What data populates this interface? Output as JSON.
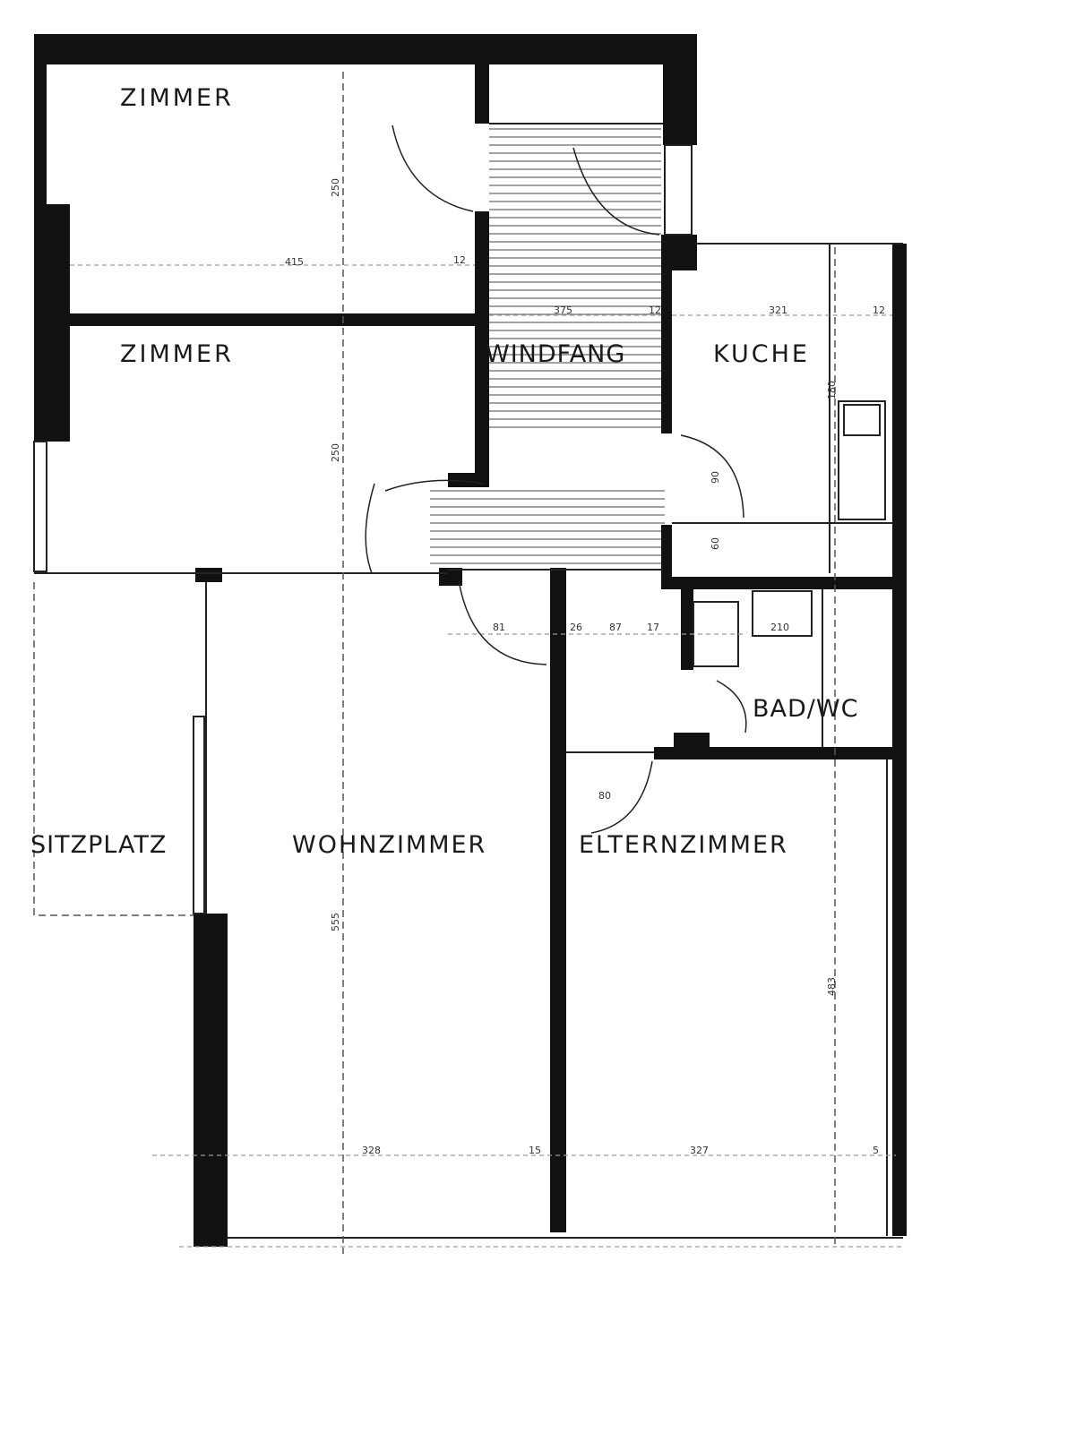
{
  "floor_plan": {
    "rooms": {
      "zimmer_top": "ZIMMER",
      "zimmer_mid": "ZIMMER",
      "windfang": "WINDFANG",
      "kueche": "KUCHE",
      "bad_wc": "BAD/WC",
      "sitzplatz": "SITZPLATZ",
      "wohnzimmer": "WOHNZIMMER",
      "elternzimmer": "ELTERNZIMMER"
    },
    "dimensions": {
      "d415": "415",
      "d375": "375",
      "d321": "321",
      "d12a": "12",
      "d12b": "12",
      "d12c": "12",
      "d250a": "250",
      "d250b": "250",
      "d80": "80",
      "d81": "81",
      "d26": "26",
      "d87": "87",
      "d17": "17",
      "d210": "210",
      "d328": "328",
      "d15": "15",
      "d327": "327",
      "d5": "5",
      "d555": "555",
      "d483": "483",
      "d180": "180",
      "d60": "60",
      "d90": "90"
    },
    "colors": {
      "wall": "#111111",
      "line": "#222222",
      "hatch": "#6a6a6a"
    }
  }
}
